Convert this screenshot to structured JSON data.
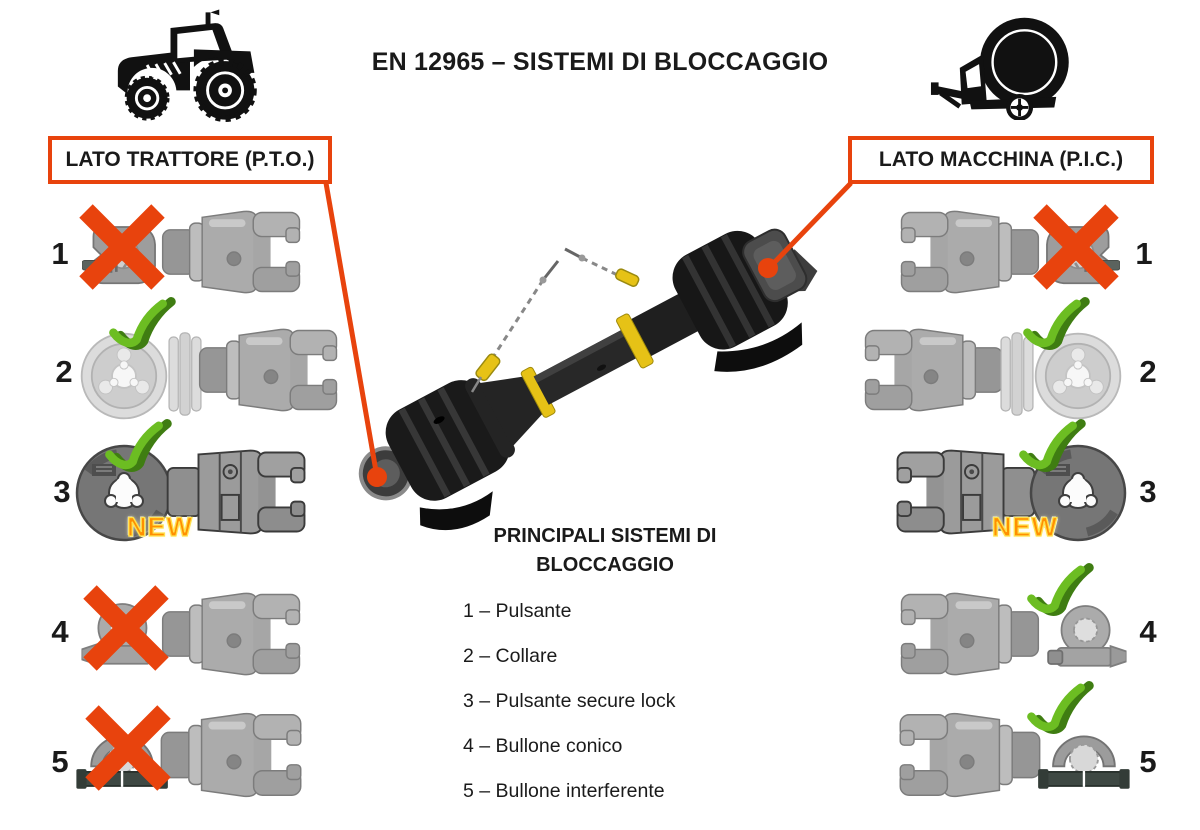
{
  "page": {
    "background": "#ffffff",
    "kind": "technical-infographic"
  },
  "colors": {
    "accent_red": "#e8430d",
    "check_green_dark": "#3f7d12",
    "check_green_light": "#6cbd22",
    "new_text_orange": "#ff9000",
    "new_outline_yellow": "#ffe14d",
    "text_black": "#1a1a1a",
    "part_grey": "#a6a6a6",
    "shaft_black": "#1a1a1a",
    "band_yellow": "#e6c216"
  },
  "header": {
    "title": "EN 12965 – SISTEMI DI BLOCCAGGIO",
    "tractor_icon": "tractor-silhouette",
    "machine_icon": "round-baler-silhouette"
  },
  "labels": {
    "left_box": "LATO TRATTORE (P.T.O.)",
    "right_box": "LATO MACCHINA (P.I.C.)"
  },
  "callouts": {
    "left": "red line from LATO TRATTORE box to tractor-side shaft end",
    "right": "red line from LATO MACCHINA box to machine-side shaft end"
  },
  "center_image": "black PTO drive shaft with guard, yellow bands and safety chains",
  "left_column": {
    "side": "tractor (P.T.O.)",
    "rows": [
      {
        "num": "1",
        "status": "rejected",
        "mark": "red-cross"
      },
      {
        "num": "2",
        "status": "approved",
        "mark": "green-double-check"
      },
      {
        "num": "3",
        "status": "approved",
        "mark": "green-double-check",
        "badge": "NEW"
      },
      {
        "num": "4",
        "status": "rejected",
        "mark": "red-cross"
      },
      {
        "num": "5",
        "status": "rejected",
        "mark": "red-cross"
      }
    ]
  },
  "right_column": {
    "side": "machine (P.I.C.)",
    "rows": [
      {
        "num": "1",
        "status": "rejected",
        "mark": "red-cross"
      },
      {
        "num": "2",
        "status": "approved",
        "mark": "green-double-check"
      },
      {
        "num": "3",
        "status": "approved",
        "mark": "green-double-check",
        "badge": "NEW"
      },
      {
        "num": "4",
        "status": "approved",
        "mark": "green-double-check"
      },
      {
        "num": "5",
        "status": "approved",
        "mark": "green-double-check"
      }
    ]
  },
  "legend": {
    "heading_line1": "PRINCIPALI SISTEMI DI",
    "heading_line2": "BLOCCAGGIO",
    "items": [
      "1 – Pulsante",
      "2 – Collare",
      "3 – Pulsante secure lock",
      "4 – Bullone conico",
      "5 – Bullone interferente"
    ]
  }
}
